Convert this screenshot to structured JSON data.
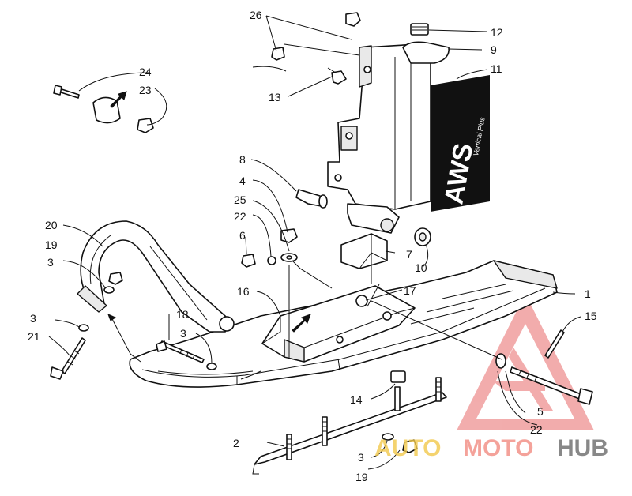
{
  "diagram": {
    "callouts": [
      {
        "id": "c1",
        "text": "1"
      },
      {
        "id": "c2",
        "text": "2"
      },
      {
        "id": "c3a",
        "text": "3"
      },
      {
        "id": "c3b",
        "text": "3"
      },
      {
        "id": "c3c",
        "text": "3"
      },
      {
        "id": "c3d",
        "text": "3"
      },
      {
        "id": "c4",
        "text": "4"
      },
      {
        "id": "c5",
        "text": "5"
      },
      {
        "id": "c6",
        "text": "6"
      },
      {
        "id": "c7",
        "text": "7"
      },
      {
        "id": "c8",
        "text": "8"
      },
      {
        "id": "c9",
        "text": "9"
      },
      {
        "id": "c10",
        "text": "10"
      },
      {
        "id": "c11",
        "text": "11"
      },
      {
        "id": "c12",
        "text": "12"
      },
      {
        "id": "c13",
        "text": "13"
      },
      {
        "id": "c14",
        "text": "14"
      },
      {
        "id": "c15",
        "text": "15"
      },
      {
        "id": "c16",
        "text": "16"
      },
      {
        "id": "c17",
        "text": "17"
      },
      {
        "id": "c18",
        "text": "18"
      },
      {
        "id": "c19a",
        "text": "19"
      },
      {
        "id": "c19b",
        "text": "19"
      },
      {
        "id": "c20",
        "text": "20"
      },
      {
        "id": "c21",
        "text": "21"
      },
      {
        "id": "c22a",
        "text": "22"
      },
      {
        "id": "c22b",
        "text": "22"
      },
      {
        "id": "c23",
        "text": "23"
      },
      {
        "id": "c24",
        "text": "24"
      },
      {
        "id": "c25",
        "text": "25"
      },
      {
        "id": "c26",
        "text": "26"
      }
    ],
    "decal_text": "AWS",
    "decal_subtext": "Vertical Plus"
  },
  "watermark": {
    "part1": "AUTO",
    "part2": "MOTO",
    "part3": "HUB",
    "colors": {
      "auto": "#f2c94c",
      "moto": "#f28b82",
      "hub": "#6b6b6b",
      "logo": "#e86a6a"
    }
  }
}
